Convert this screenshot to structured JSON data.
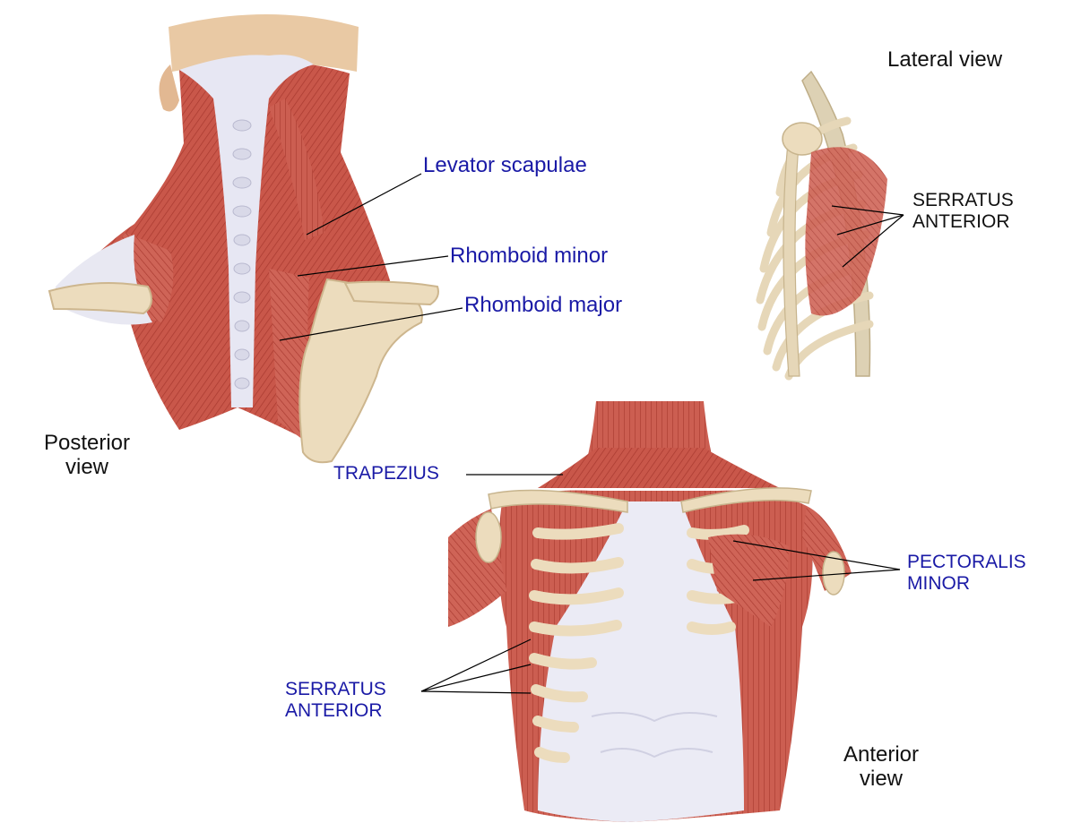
{
  "colors": {
    "muscle": "#c9574a",
    "muscle_light": "#e29a8c",
    "bone": "#ecdcbd",
    "fascia": "#e9e9f3",
    "label_blue": "#1a1aa6",
    "label_black": "#111111"
  },
  "posterior": {
    "view_line1": "Posterior",
    "view_line2": "view",
    "levator_scapulae": "Levator scapulae",
    "rhomboid_minor": "Rhomboid minor",
    "rhomboid_major": "Rhomboid major"
  },
  "lateral": {
    "view_label": "Lateral view",
    "serratus_line1": "SERRATUS",
    "serratus_line2": "ANTERIOR"
  },
  "anterior": {
    "view_line1": "Anterior",
    "view_line2": "view",
    "trapezius": "TRAPEZIUS",
    "pectoralis_line1": "PECTORALIS",
    "pectoralis_line2": "MINOR",
    "serratus_line1": "SERRATUS",
    "serratus_line2": "ANTERIOR"
  }
}
